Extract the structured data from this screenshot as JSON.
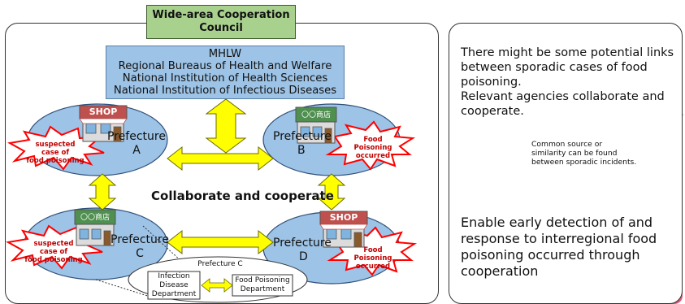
{
  "council": {
    "line1": "Wide-area Cooperation",
    "line2": "Council"
  },
  "mhlw": {
    "line1": "MHLW",
    "line2": "Regional Bureaus of Health and Welfare",
    "line3": "National Institution of Health Sciences",
    "line4": "National Institution of Infectious Diseases"
  },
  "prefectures": {
    "a": {
      "name": "Prefecture",
      "letter": "A"
    },
    "b": {
      "name": "Prefecture",
      "letter": "B"
    },
    "c": {
      "name": "Prefecture",
      "letter": "C"
    },
    "d": {
      "name": "Prefecture",
      "letter": "D"
    }
  },
  "bursts": {
    "a": {
      "line1": "suspected case of",
      "line2": "food poisoning"
    },
    "b": {
      "line1": "Food Poisoning",
      "line2": "occurred"
    },
    "c": {
      "line1": "suspected case of",
      "line2": "food poisoning"
    },
    "d": {
      "line1": "Food Poisoning",
      "line2": "occurred"
    }
  },
  "collaborate": "Collaborate and cooperate",
  "shop_signs": {
    "shop": "SHOP",
    "store": "〇〇商店"
  },
  "detail": {
    "title": "Prefecture C",
    "infection": [
      "Infection",
      "Disease",
      "Department"
    ],
    "food": [
      "Food Poisoning",
      "Department"
    ]
  },
  "right": {
    "intro": [
      "There might be some potential links",
      "between sporadic cases of food",
      "poisoning.",
      "Relevant agencies collaborate and",
      "cooperate."
    ],
    "note": [
      "Common source or",
      "similarity can be found",
      "between sporadic incidents."
    ],
    "result": [
      "Enable early detection of and",
      "response to interregional food",
      "poisoning occurred through",
      "cooperation"
    ]
  },
  "colors": {
    "council": "#a9d18e",
    "mhlw": "#9dc3e6",
    "ellipse": "#9dc3e6",
    "arrow": "#ffff00",
    "burst": "#ff0000",
    "down_arrow": "#5b9bd5"
  }
}
